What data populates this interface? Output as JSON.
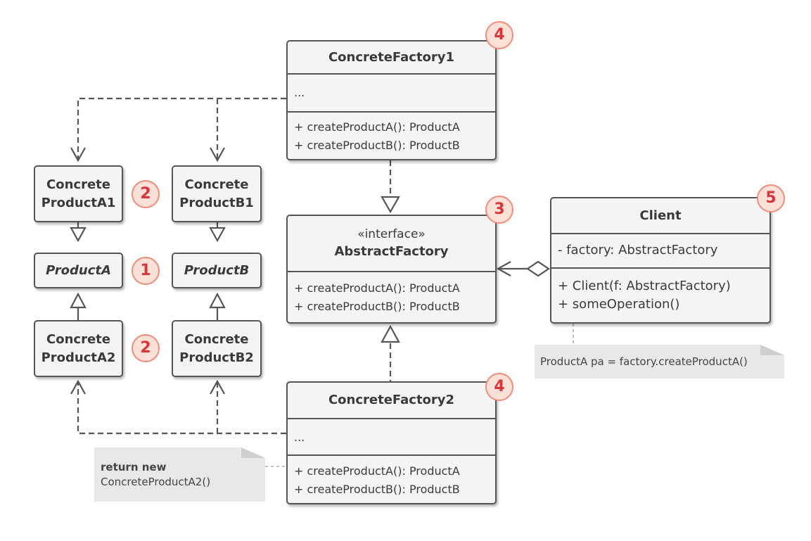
{
  "concrete_factory1": {
    "title": "ConcreteFactory1",
    "fields": "...",
    "methods": [
      "+ createProductA(): ProductA",
      "+ createProductB(): ProductB"
    ],
    "badge": "4"
  },
  "concrete_factory2": {
    "title": "ConcreteFactory2",
    "fields": "...",
    "methods": [
      "+ createProductA(): ProductA",
      "+ createProductB(): ProductB"
    ],
    "badge": "4"
  },
  "abstract_factory": {
    "stereotype": "«interface»",
    "title": "AbstractFactory",
    "methods": [
      "+ createProductA(): ProductA",
      "+ createProductB(): ProductB"
    ],
    "badge": "3"
  },
  "client": {
    "title": "Client",
    "fields": "- factory: AbstractFactory",
    "methods": [
      "+ Client(f: AbstractFactory)",
      "+ someOperation()"
    ],
    "badge": "5"
  },
  "products": {
    "a1": {
      "line1": "Concrete",
      "line2": "ProductA1",
      "badge": "2"
    },
    "b1": {
      "line1": "Concrete",
      "line2": "ProductB1"
    },
    "a": {
      "label": "ProductA",
      "badge": "1"
    },
    "b": {
      "label": "ProductB"
    },
    "a2": {
      "line1": "Concrete",
      "line2": "ProductA2",
      "badge": "2"
    },
    "b2": {
      "line1": "Concrete",
      "line2": "ProductB2"
    }
  },
  "notes": {
    "client_note": "ProductA pa = factory.createProductA()",
    "factory2_note_line1": "return new",
    "factory2_note_line2": "ConcreteProductA2()"
  },
  "colors": {
    "box_fill": "#f4f4f4",
    "box_border": "#555555",
    "connector": "#555555",
    "badge_fill": "#fbe0d8",
    "badge_border": "#f08c78",
    "badge_text": "#d8343a",
    "note_fill": "#e8e8e8"
  }
}
